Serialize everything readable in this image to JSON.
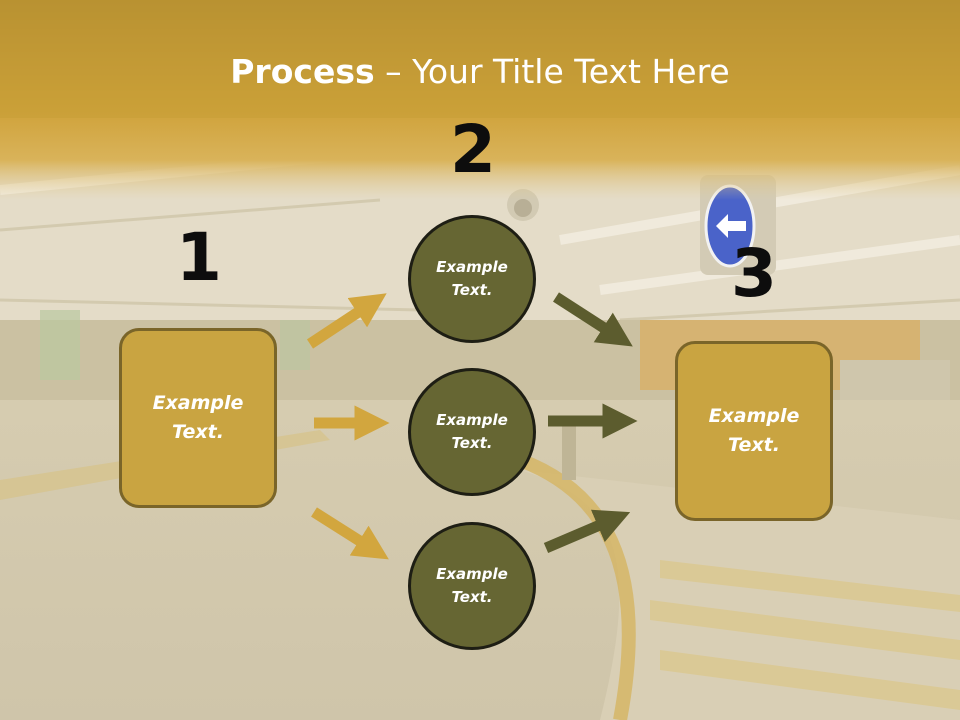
{
  "title": {
    "bold": "Process",
    "rest": " – Your Title Text Here"
  },
  "steps": {
    "one": {
      "number": "1",
      "text": "Example Text."
    },
    "two": {
      "number": "2"
    },
    "three": {
      "number": "3",
      "text": "Example Text."
    }
  },
  "circles": [
    {
      "text": "Example Text."
    },
    {
      "text": "Example Text."
    },
    {
      "text": "Example Text."
    }
  ],
  "colors": {
    "header_band": "#c9a037",
    "gold_box": "#c9a441",
    "gold_box_border": "#7a6529",
    "olive_circle": "#666633",
    "gold_arrow": "#d2a63e",
    "olive_arrow": "#5c5c2e"
  },
  "icons": {
    "arrows": "arrow-right-icon",
    "sign": "arrow-left-sign-icon"
  }
}
